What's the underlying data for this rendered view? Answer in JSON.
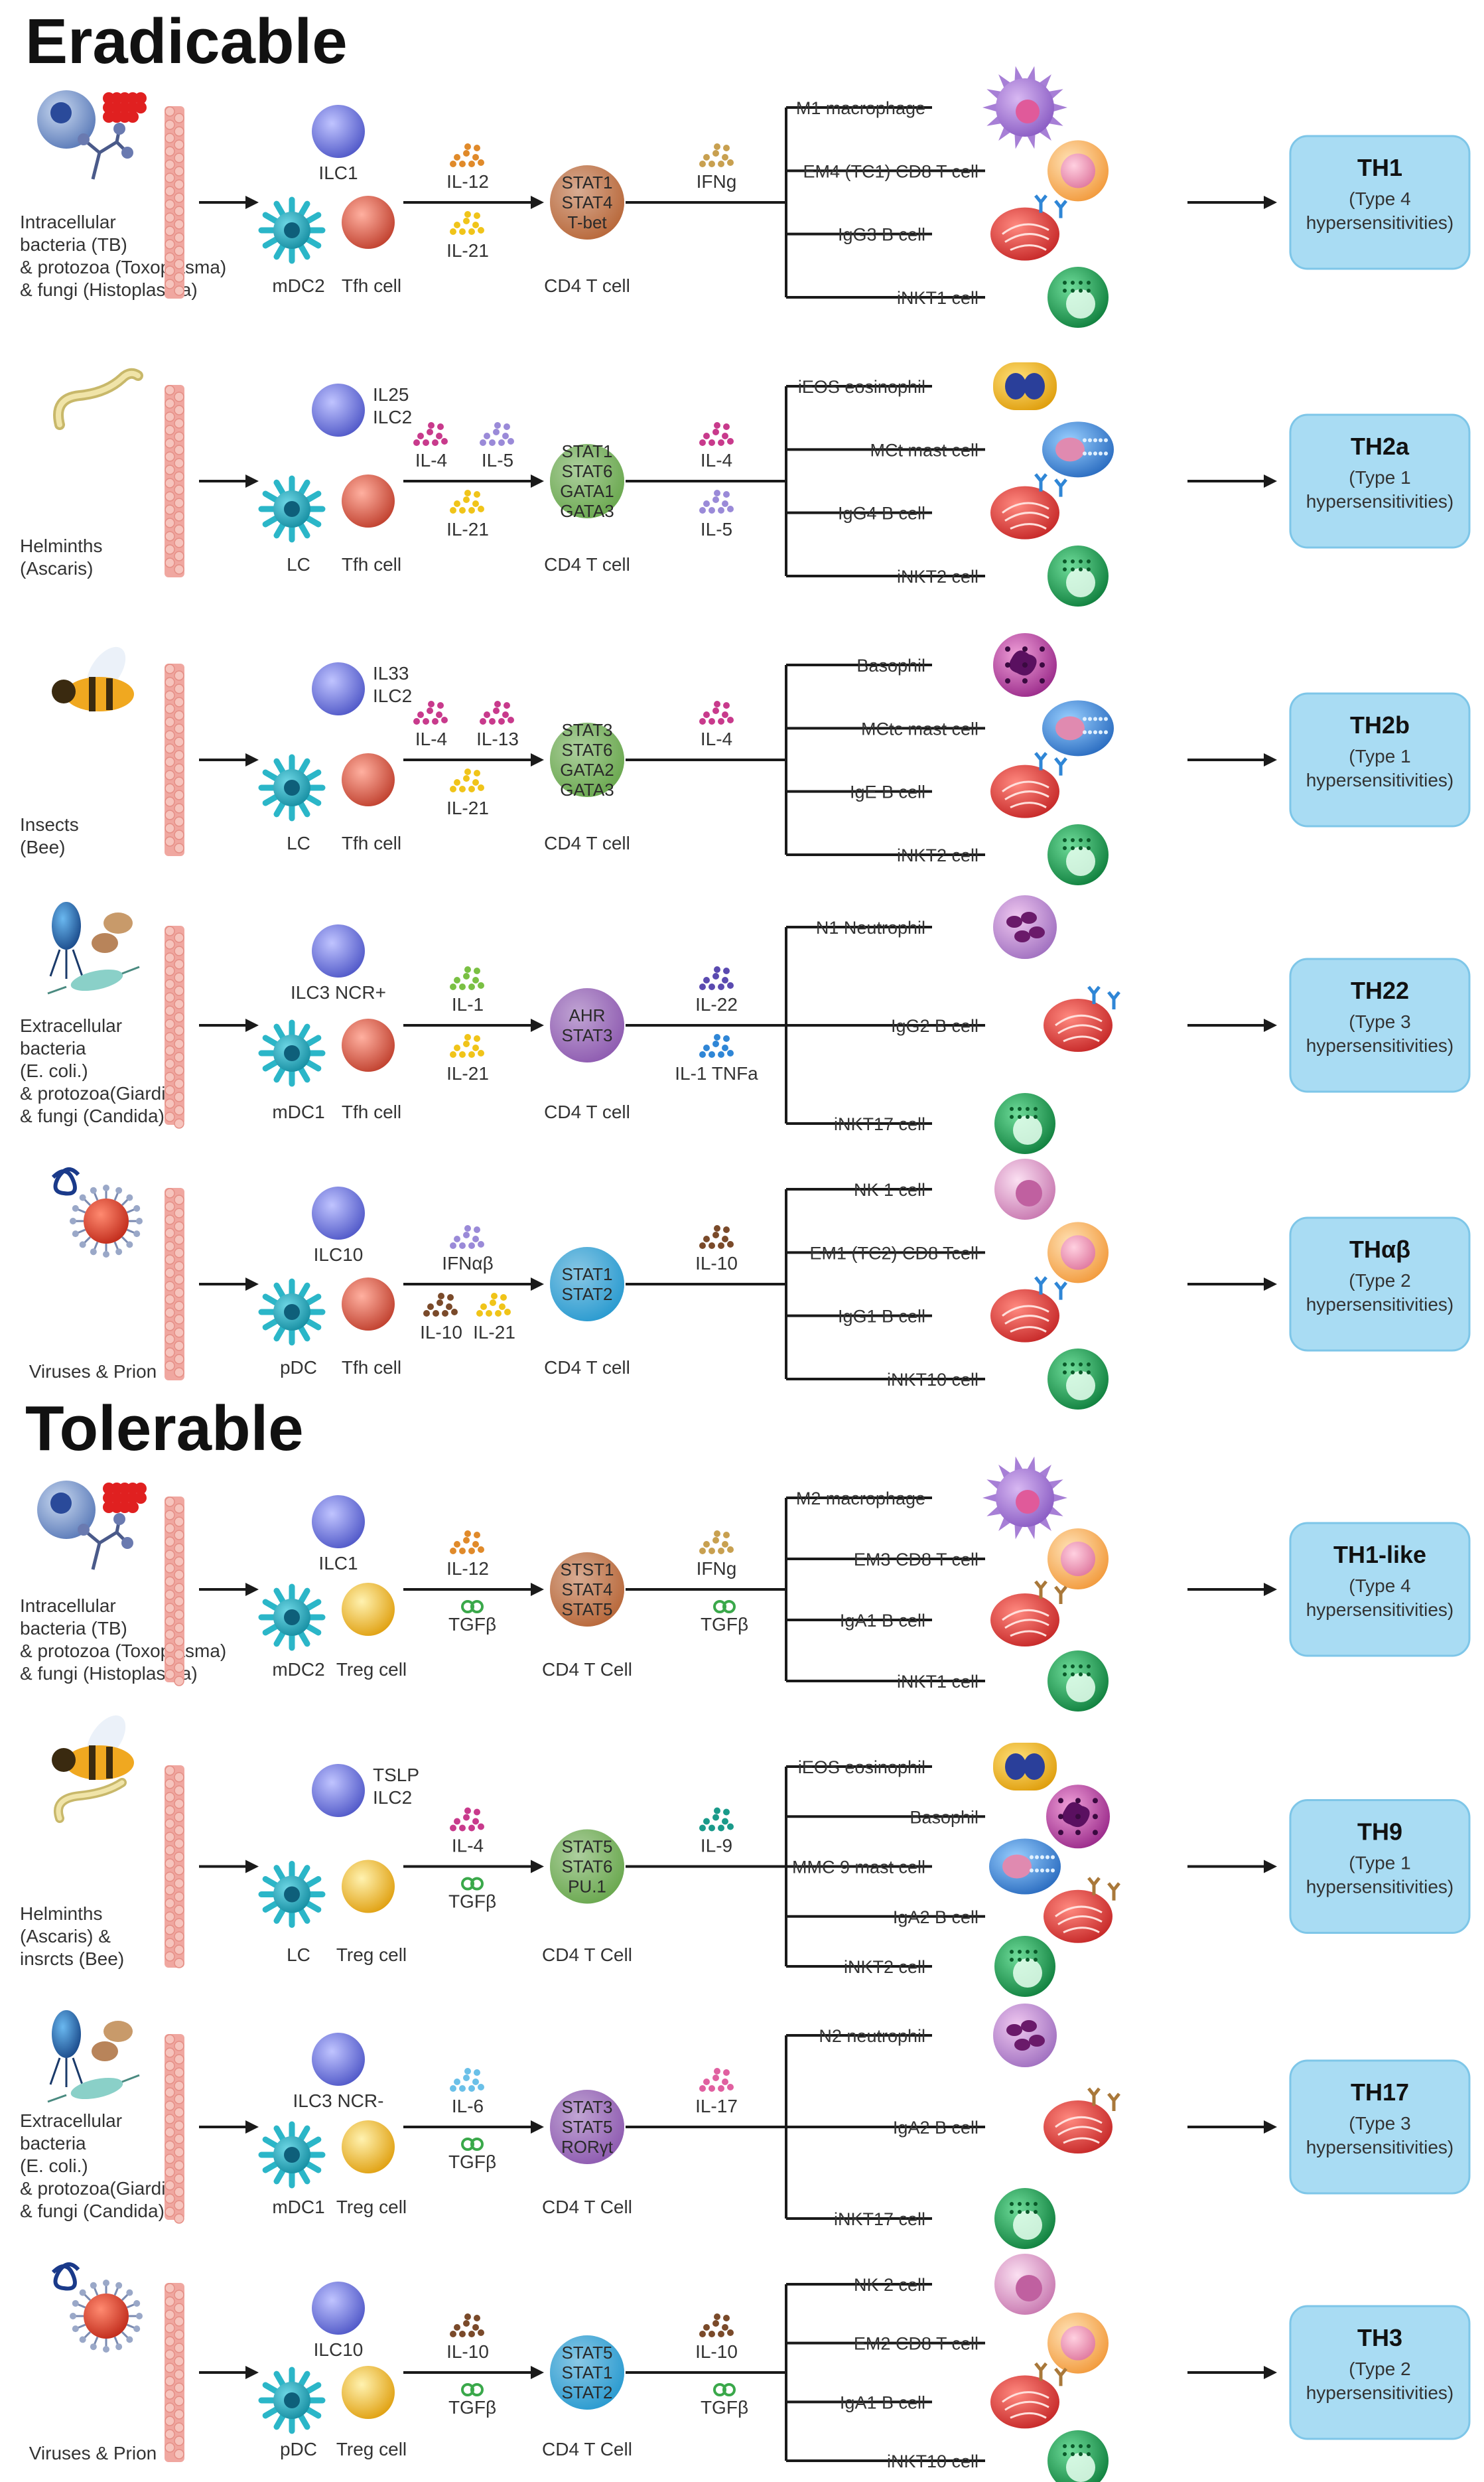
{
  "sections": {
    "eradicable": "Eradicable",
    "tolerable": "Tolerable"
  },
  "colors": {
    "arrow": "#1a1a1a",
    "text": "#333333",
    "epithelium": "#f0a7a0",
    "box_fill": "#a9dcf3",
    "box_stroke": "#7ec6e8",
    "ilc": "#8a8fe0",
    "dendritic": "#2bb6c8",
    "tfh": "#e07a6a",
    "treg": "#f3d04a",
    "nkt": "#2aa86a",
    "bcell": "#e14c4c",
    "mast": "#4a8fd6",
    "ab_eradicable": "#2f86d6",
    "ab_tolerable": "#a9783a"
  },
  "rows": [
    {
      "pathogen_lines": [
        "Intracellular",
        "bacteria (TB)",
        "& protozoa (Toxoplasma)",
        "& fungi (Histoplasma)"
      ],
      "pathogen_icon": "intracellular-pathogen-icon",
      "ilc": "ILC1",
      "dc": "mDC2",
      "helper": "Tfh cell",
      "helper_type": "tfh",
      "cyt1": [
        {
          "label": "IL-12",
          "color": "#e08a2a"
        }
      ],
      "cyt1b": [
        {
          "label": "IL-21",
          "color": "#f0c419"
        }
      ],
      "cyt1_tgf": false,
      "tf_lines": [
        "STAT1",
        "STAT4",
        "T-bet"
      ],
      "tf_color": "#b8683a",
      "cd4": "CD4 T cell",
      "cyt2": [
        {
          "label": "IFNg",
          "color": "#c8a050"
        }
      ],
      "cyt2b": [],
      "cyt2_tgf": false,
      "effectors": [
        {
          "label": "M1 macrophage",
          "type": "macrophage"
        },
        {
          "label": "EM4 (TC1) CD8 T cell",
          "type": "tcell"
        },
        {
          "label": "IgG3 B cell",
          "type": "bcell"
        },
        {
          "label": "iNKT1 cell",
          "type": "nkt"
        }
      ],
      "th": "TH1",
      "th_sub": [
        "(Type 4",
        "hypersensitivities)"
      ]
    },
    {
      "pathogen_lines": [
        "Helminths",
        "(Ascaris)"
      ],
      "pathogen_icon": "helminth-icon",
      "ilc": "IL25\nILC2",
      "dc": "LC",
      "helper": "Tfh cell",
      "helper_type": "tfh",
      "cyt1": [
        {
          "label": "IL-4",
          "color": "#c83a8c"
        },
        {
          "label": "IL-5",
          "color": "#9a8ad8"
        }
      ],
      "cyt1b": [
        {
          "label": "IL-21",
          "color": "#f0c419"
        }
      ],
      "cyt1_tgf": false,
      "tf_lines": [
        "STAT1",
        "STAT6",
        "GATA1",
        "GATA3"
      ],
      "tf_color": "#6aa84f",
      "cd4": "CD4 T cell",
      "cyt2": [
        {
          "label": "IL-4",
          "color": "#c83a8c"
        }
      ],
      "cyt2b": [
        {
          "label": "IL-5",
          "color": "#9a8ad8"
        }
      ],
      "cyt2_tgf": false,
      "effectors": [
        {
          "label": "iEOS eosinophil",
          "type": "eosinophil"
        },
        {
          "label": "MCt mast cell",
          "type": "mast"
        },
        {
          "label": "IgG4 B cell",
          "type": "bcell"
        },
        {
          "label": "iNKT2 cell",
          "type": "nkt"
        }
      ],
      "th": "TH2a",
      "th_sub": [
        "(Type 1",
        "hypersensitivities)"
      ]
    },
    {
      "pathogen_lines": [
        "Insects",
        "(Bee)"
      ],
      "pathogen_icon": "bee-icon",
      "ilc": "IL33\nILC2",
      "dc": "LC",
      "helper": "Tfh cell",
      "helper_type": "tfh",
      "cyt1": [
        {
          "label": "IL-4",
          "color": "#c83a8c"
        },
        {
          "label": "IL-13",
          "color": "#c83a8c"
        }
      ],
      "cyt1b": [
        {
          "label": "IL-21",
          "color": "#f0c419"
        }
      ],
      "cyt1_tgf": false,
      "tf_lines": [
        "STAT3",
        "STAT6",
        "GATA2",
        "GATA3"
      ],
      "tf_color": "#6aa84f",
      "cd4": "CD4 T cell",
      "cyt2": [
        {
          "label": "IL-4",
          "color": "#c83a8c"
        }
      ],
      "cyt2b": [],
      "cyt2_tgf": false,
      "effectors": [
        {
          "label": "Basophil",
          "type": "basophil"
        },
        {
          "label": "MCtc mast cell",
          "type": "mast"
        },
        {
          "label": "IgE B cell",
          "type": "bcell"
        },
        {
          "label": "iNKT2 cell",
          "type": "nkt"
        }
      ],
      "th": "TH2b",
      "th_sub": [
        "(Type 1",
        "hypersensitivities)"
      ]
    },
    {
      "pathogen_lines": [
        "Extracellular",
        "bacteria",
        "(E. coli.)",
        "& protozoa(Giardia)",
        "& fungi (Candida)"
      ],
      "pathogen_icon": "extracellular-pathogen-icon",
      "ilc": "ILC3 NCR+",
      "dc": "mDC1",
      "helper": "Tfh cell",
      "helper_type": "tfh",
      "cyt1": [
        {
          "label": "IL-1",
          "color": "#7ac043"
        }
      ],
      "cyt1b": [
        {
          "label": "IL-21",
          "color": "#f0c419"
        }
      ],
      "cyt1_tgf": false,
      "tf_lines": [
        "AHR",
        "STAT3"
      ],
      "tf_color": "#8e5bb0",
      "cd4": "CD4 T cell",
      "cyt2": [
        {
          "label": "IL-22",
          "color": "#5a4ab0"
        }
      ],
      "cyt2b": [
        {
          "label": "IL-1 TNFa",
          "color": "#2f86d6"
        }
      ],
      "cyt2_tgf": false,
      "effectors": [
        {
          "label": "N1 Neutrophil",
          "type": "neutrophil"
        },
        {
          "label": "IgG2 B cell",
          "type": "bcell"
        },
        {
          "label": "iNKT17 cell",
          "type": "nkt"
        }
      ],
      "th": "TH22",
      "th_sub": [
        "(Type 3",
        "hypersensitivities)"
      ]
    },
    {
      "pathogen_lines": [
        "Viruses & Prion"
      ],
      "pathogen_icon": "virus-icon",
      "ilc": "ILC10",
      "dc": "pDC",
      "helper": "Tfh cell",
      "helper_type": "tfh",
      "cyt1": [
        {
          "label": "IFNαβ",
          "color": "#9a8ad8"
        }
      ],
      "cyt1b": [
        {
          "label": "IL-10",
          "color": "#7a4a2a"
        },
        {
          "label": "IL-21",
          "color": "#f0c419"
        }
      ],
      "cyt1_tgf": false,
      "tf_lines": [
        "STAT1",
        "STAT2"
      ],
      "tf_color": "#2a9ad0",
      "cd4": "CD4 T cell",
      "cyt2": [
        {
          "label": "IL-10",
          "color": "#7a4a2a"
        }
      ],
      "cyt2b": [],
      "cyt2_tgf": false,
      "effectors": [
        {
          "label": "NK 1 cell",
          "type": "nk"
        },
        {
          "label": "EM1 (TC2) CD8 Tcell",
          "type": "tcell"
        },
        {
          "label": "IgG1 B cell",
          "type": "bcell"
        },
        {
          "label": "iNKT10 cell",
          "type": "nkt"
        }
      ],
      "th": "THαβ",
      "th_sub": [
        "(Type 2",
        "hypersensitivities)"
      ]
    },
    {
      "pathogen_lines": [
        "Intracellular",
        "bacteria (TB)",
        "& protozoa (Toxoplasma)",
        "& fungi (Histoplasma)"
      ],
      "pathogen_icon": "intracellular-pathogen-icon",
      "ilc": "ILC1",
      "dc": "mDC2",
      "helper": "Treg cell",
      "helper_type": "treg",
      "cyt1": [
        {
          "label": "IL-12",
          "color": "#e08a2a"
        }
      ],
      "cyt1b": [],
      "cyt1_tgf": true,
      "tf_lines": [
        "STST1",
        "STAT4",
        "STAT5"
      ],
      "tf_color": "#b8683a",
      "cd4": "CD4 T Cell",
      "cyt2": [
        {
          "label": "IFNg",
          "color": "#c8a050"
        }
      ],
      "cyt2b": [],
      "cyt2_tgf": true,
      "effectors": [
        {
          "label": "M2 macrophage",
          "type": "macrophage"
        },
        {
          "label": "EM3 CD8 T cell",
          "type": "tcell"
        },
        {
          "label": "IgA1 B cell",
          "type": "bcell"
        },
        {
          "label": "iNKT1 cell",
          "type": "nkt"
        }
      ],
      "th": "TH1-like",
      "th_sub": [
        "(Type 4",
        "hypersensitivities)"
      ]
    },
    {
      "pathogen_lines": [
        "Helminths",
        "(Ascaris) &",
        "insrcts (Bee)"
      ],
      "pathogen_icon": "helminth-bee-icon",
      "ilc": "TSLP\nILC2",
      "dc": "LC",
      "helper": "Treg cell",
      "helper_type": "treg",
      "cyt1": [
        {
          "label": "IL-4",
          "color": "#c83a8c"
        }
      ],
      "cyt1b": [],
      "cyt1_tgf": true,
      "tf_lines": [
        "STAT5",
        "STAT6",
        "PU.1"
      ],
      "tf_color": "#6aa84f",
      "cd4": "CD4 T Cell",
      "cyt2": [
        {
          "label": "IL-9",
          "color": "#1a9a8a"
        }
      ],
      "cyt2b": [],
      "cyt2_tgf": false,
      "effectors": [
        {
          "label": "iEOS eosinophil",
          "type": "eosinophil"
        },
        {
          "label": "Basophil",
          "type": "basophil"
        },
        {
          "label": "MMC 9 mast cell",
          "type": "mast"
        },
        {
          "label": "IgA2 B cell",
          "type": "bcell"
        },
        {
          "label": "iNKT2 cell",
          "type": "nkt"
        }
      ],
      "th": "TH9",
      "th_sub": [
        "(Type 1",
        "hypersensitivities)"
      ]
    },
    {
      "pathogen_lines": [
        "Extracellular",
        "bacteria",
        "(E. coli.)",
        "& protozoa(Giardia)",
        "& fungi (Candida)"
      ],
      "pathogen_icon": "extracellular-pathogen-icon",
      "ilc": "ILC3 NCR-",
      "dc": "mDC1",
      "helper": "Treg cell",
      "helper_type": "treg",
      "cyt1": [
        {
          "label": "IL-6",
          "color": "#6ac0e8"
        }
      ],
      "cyt1b": [],
      "cyt1_tgf": true,
      "tf_lines": [
        "STAT3",
        "STAT5",
        "RORγt"
      ],
      "tf_color": "#8e5bb0",
      "cd4": "CD4 T Cell",
      "cyt2": [
        {
          "label": "IL-17",
          "color": "#e060a0"
        }
      ],
      "cyt2b": [],
      "cyt2_tgf": false,
      "effectors": [
        {
          "label": "N2 neutrophil",
          "type": "neutrophil"
        },
        {
          "label": "IgA2 B cell",
          "type": "bcell"
        },
        {
          "label": "iNKT17 cell",
          "type": "nkt"
        }
      ],
      "th": "TH17",
      "th_sub": [
        "(Type 3",
        "hypersensitivities)"
      ]
    },
    {
      "pathogen_lines": [
        "Viruses & Prion"
      ],
      "pathogen_icon": "virus-icon",
      "ilc": "ILC10",
      "dc": "pDC",
      "helper": "Treg cell",
      "helper_type": "treg",
      "cyt1": [
        {
          "label": "IL-10",
          "color": "#7a4a2a"
        }
      ],
      "cyt1b": [],
      "cyt1_tgf": true,
      "tf_lines": [
        "STAT5",
        "STAT1",
        "STAT2"
      ],
      "tf_color": "#2a9ad0",
      "cd4": "CD4 T Cell",
      "cyt2": [
        {
          "label": "IL-10",
          "color": "#7a4a2a"
        }
      ],
      "cyt2b": [],
      "cyt2_tgf": true,
      "effectors": [
        {
          "label": "NK 2 cell",
          "type": "nk"
        },
        {
          "label": "EM2 CD8 T cell",
          "type": "tcell"
        },
        {
          "label": "IgA1 B cell",
          "type": "bcell"
        },
        {
          "label": "iNKT10 cell",
          "type": "nkt"
        }
      ],
      "th": "TH3",
      "th_sub": [
        "(Type 2",
        "hypersensitivities)"
      ]
    }
  ],
  "tgf_label": "TGFβ"
}
